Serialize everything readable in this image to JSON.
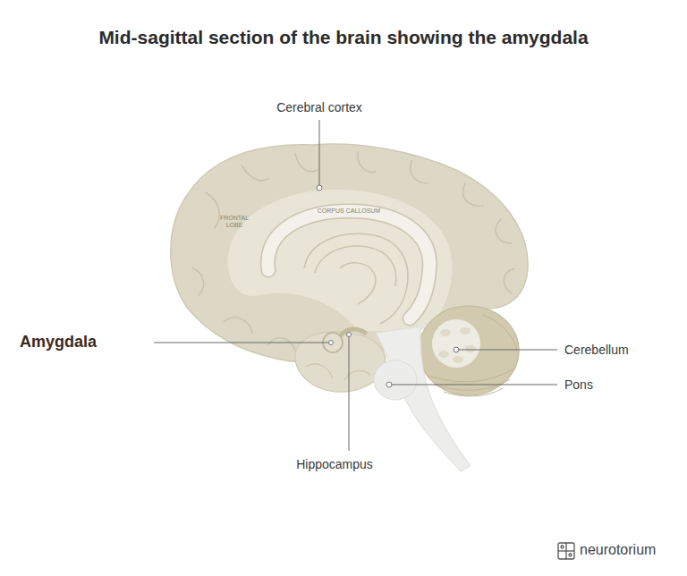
{
  "diagram": {
    "title": "Mid-sagittal section of the brain showing the amygdala",
    "labels": [
      "Cerebral cortex",
      "FRONTAL LOBE",
      "CORPUS CALLOSUM",
      "Amygdala",
      "Cerebellum",
      "Pons",
      "Hippocampus",
      "neurotorium"
    ]
  }
}
